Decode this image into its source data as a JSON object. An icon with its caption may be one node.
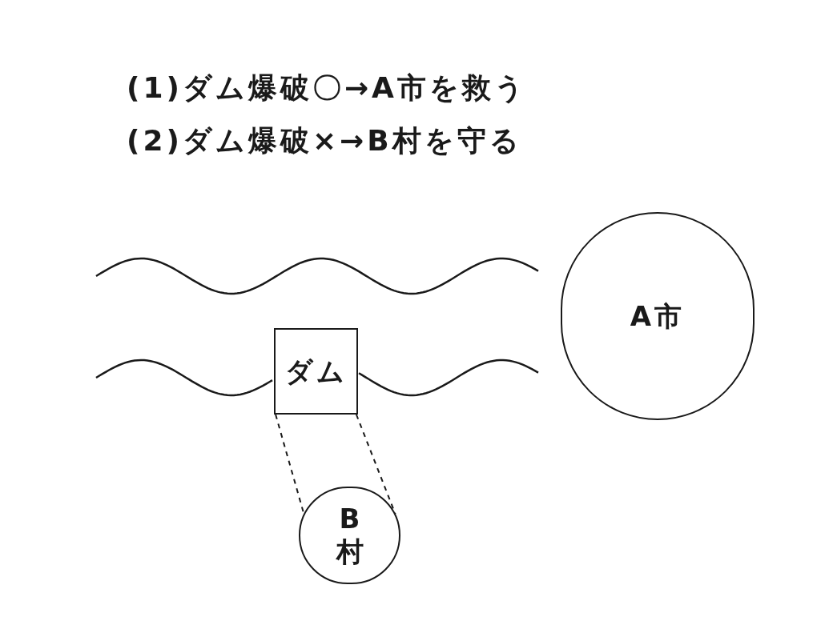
{
  "diagram": {
    "nodes": [
      {
        "text": [
          "ダム"
        ]
      },
      {
        "text": [
          "A市"
        ]
      },
      {
        "text": [
          "B村"
        ]
      }
    ],
    "edges": [
      {
        "from": 0,
        "to": 2,
        "arrow": "none",
        "style": "dashed"
      },
      {
        "from": 0,
        "to": 2,
        "arrow": "none",
        "style": "dashed"
      }
    ],
    "labels": [
      "(1)ダム爆破〇→A市を救う",
      "(2)ダム爆破×→B村を守る"
    ]
  }
}
